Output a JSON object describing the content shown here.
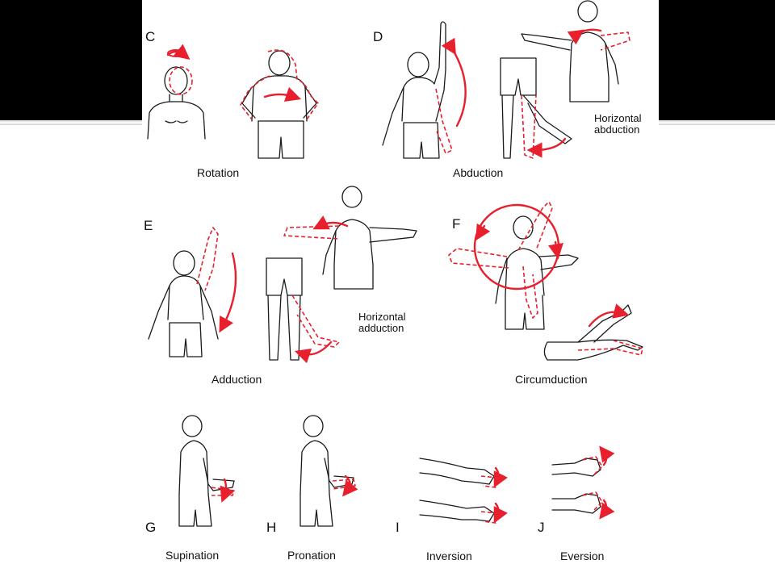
{
  "panels": {
    "c": {
      "letter": "C",
      "caption": "Rotation"
    },
    "d": {
      "letter": "D",
      "caption": "Abduction",
      "note_line1": "Horizontal",
      "note_line2": "abduction"
    },
    "e": {
      "letter": "E",
      "caption": "Adduction",
      "note_line1": "Horizontal",
      "note_line2": "adduction"
    },
    "f": {
      "letter": "F",
      "caption": "Circumduction"
    },
    "g": {
      "letter": "G",
      "caption": "Supination"
    },
    "h": {
      "letter": "H",
      "caption": "Pronation"
    },
    "i": {
      "letter": "I",
      "caption": "Inversion"
    },
    "j": {
      "letter": "J",
      "caption": "Eversion"
    }
  },
  "colors": {
    "outline": "#1a1a1a",
    "motion_red": "#e8202e",
    "frame_black": "#000000",
    "background": "#ffffff"
  }
}
